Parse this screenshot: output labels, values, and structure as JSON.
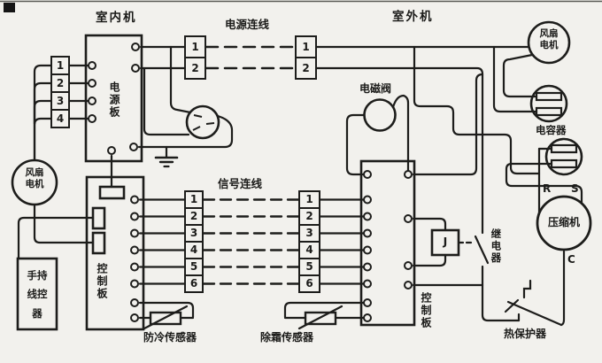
{
  "page": {
    "background": "#f2f1ed",
    "ink": "#1d1d1b"
  },
  "sections": {
    "indoor_title": "室内机",
    "outdoor_title": "室外机"
  },
  "buses": {
    "power_line_label": "电源连线",
    "signal_line_label": "信号连线"
  },
  "indoor": {
    "power_board_label": "电源板",
    "control_board_label": "控制板",
    "fan_motor_label": "风扇电机",
    "remote_controller_label": "手持线控器",
    "anti_frost_sensor_label": "防冷传感器"
  },
  "outdoor": {
    "control_board_label": "控制板",
    "fan_motor_label": "风扇电机",
    "solenoid_valve_label": "电磁阀",
    "relay_label": "继电器",
    "relay_coil_label": "J",
    "capacitor_label": "电容器",
    "compressor_label": "压缩机",
    "thermal_protector_label": "热保护器",
    "defrost_sensor_label": "除霜传感器",
    "terminal_r": "R",
    "terminal_s": "S",
    "terminal_c": "C"
  },
  "terminal_blocks": {
    "indoor_unit_strip": [
      "1",
      "2",
      "3",
      "4"
    ],
    "indoor_power": [
      "1",
      "2"
    ],
    "outdoor_power": [
      "1",
      "2"
    ],
    "indoor_signal": [
      "1",
      "2",
      "3",
      "4",
      "5",
      "6"
    ],
    "outdoor_signal": [
      "1",
      "2",
      "3",
      "4",
      "5",
      "6"
    ]
  }
}
